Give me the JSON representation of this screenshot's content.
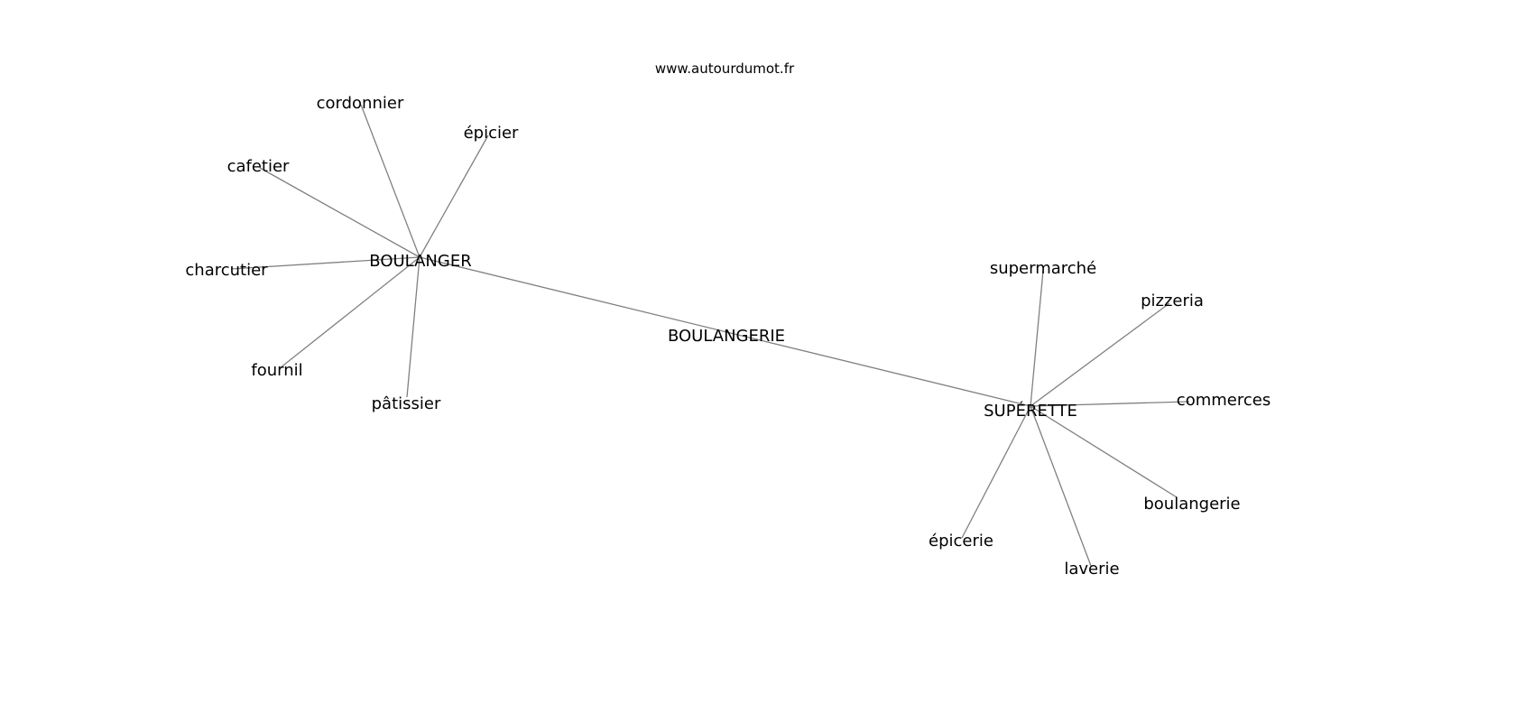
{
  "title": "www.autourdumot.fr",
  "colors": {
    "edge": "#808080",
    "text": "#000000",
    "background": "#ffffff"
  },
  "nodes": [
    {
      "id": "boulanger",
      "label": "BOULANGER"
    },
    {
      "id": "boulangerie_c",
      "label": "BOULANGERIE"
    },
    {
      "id": "superette",
      "label": "SUPÉRETTE"
    },
    {
      "id": "cordonnier",
      "label": "cordonnier"
    },
    {
      "id": "epicier",
      "label": "épicier"
    },
    {
      "id": "cafetier",
      "label": "cafetier"
    },
    {
      "id": "charcutier",
      "label": "charcutier"
    },
    {
      "id": "fournil",
      "label": "fournil"
    },
    {
      "id": "patissier",
      "label": "pâtissier"
    },
    {
      "id": "supermarche",
      "label": "supermarché"
    },
    {
      "id": "pizzeria",
      "label": "pizzeria"
    },
    {
      "id": "commerces",
      "label": "commerces"
    },
    {
      "id": "boulangerie",
      "label": "boulangerie"
    },
    {
      "id": "epicerie",
      "label": "épicerie"
    },
    {
      "id": "laverie",
      "label": "laverie"
    }
  ],
  "edges": [
    [
      "boulanger",
      "cordonnier"
    ],
    [
      "boulanger",
      "epicier"
    ],
    [
      "boulanger",
      "cafetier"
    ],
    [
      "boulanger",
      "charcutier"
    ],
    [
      "boulanger",
      "fournil"
    ],
    [
      "boulanger",
      "patissier"
    ],
    [
      "boulanger",
      "superette"
    ],
    [
      "superette",
      "supermarche"
    ],
    [
      "superette",
      "pizzeria"
    ],
    [
      "superette",
      "commerces"
    ],
    [
      "superette",
      "boulangerie"
    ],
    [
      "superette",
      "laverie"
    ],
    [
      "superette",
      "epicerie"
    ]
  ]
}
